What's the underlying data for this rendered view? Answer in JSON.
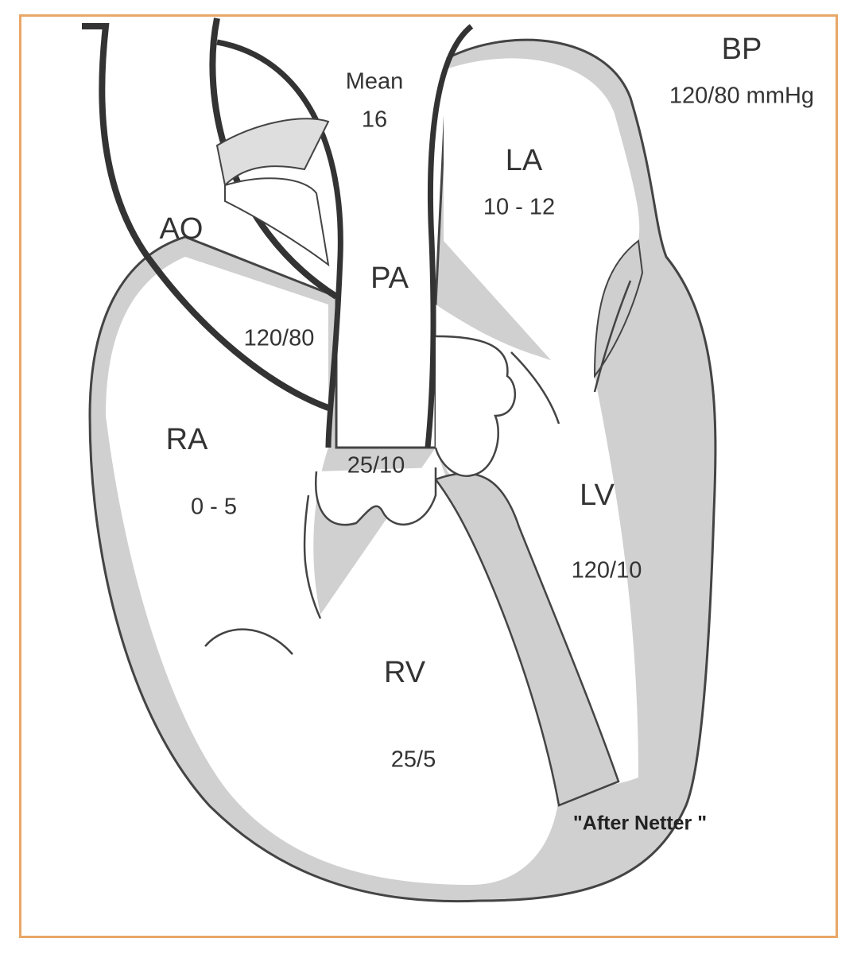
{
  "colors": {
    "border": "#e8a868",
    "wall": "#cfcfcf",
    "outline": "#333333",
    "text": "#333333"
  },
  "labels": {
    "bp_title": "BP",
    "bp_value": "120/80 mmHg",
    "pa_mean_label": "Mean",
    "pa_mean_value": "16",
    "la": "LA",
    "la_value": "10 - 12",
    "ao": "AO",
    "pa": "PA",
    "ao_value": "120/80",
    "ra": "RA",
    "ra_value": "0 - 5",
    "pa_value": "25/10",
    "lv": "LV",
    "lv_value": "120/10",
    "rv": "RV",
    "rv_value": "25/5",
    "credit": "\"After Netter \""
  }
}
